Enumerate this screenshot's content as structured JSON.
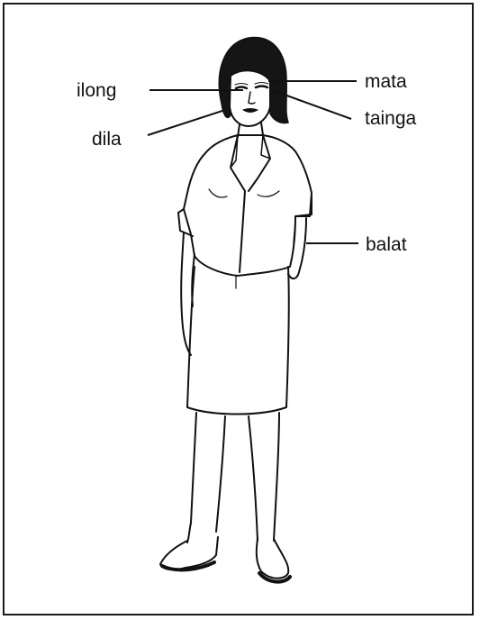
{
  "figure": {
    "labels": {
      "ilong": "ilong",
      "dila": "dila",
      "mata": "mata",
      "tainga": "tainga",
      "balat": "balat"
    }
  }
}
